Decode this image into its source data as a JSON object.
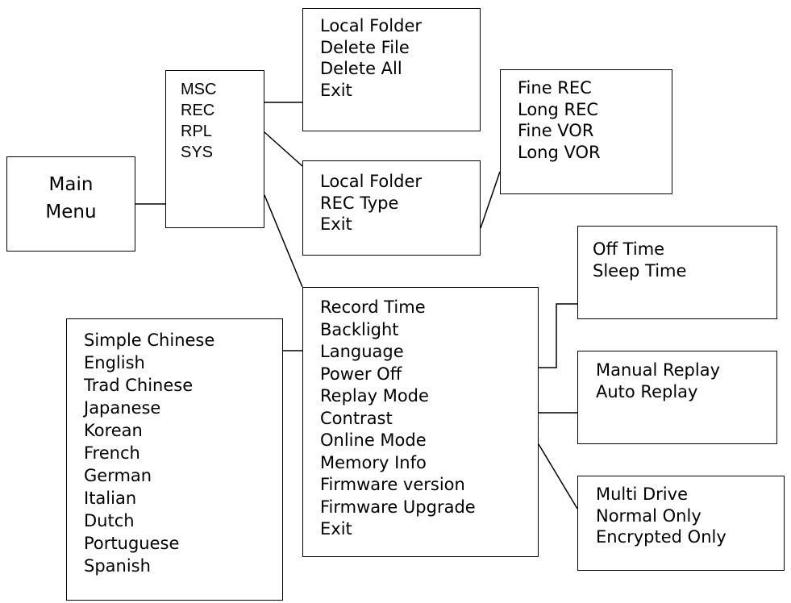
{
  "main_menu": {
    "label_line1": "Main",
    "label_line2": "Menu"
  },
  "top_menu": [
    "MSC",
    "REC",
    "RPL",
    "SYS"
  ],
  "msc_menu": [
    "Local Folder",
    "Delete File",
    "Delete All",
    "Exit"
  ],
  "rec_menu": [
    "Local Folder",
    "REC Type",
    "Exit"
  ],
  "rec_type_menu": [
    "Fine REC",
    "Long REC",
    "Fine VOR",
    "Long VOR"
  ],
  "sys_menu": [
    "Record Time",
    "Backlight",
    "Language",
    "Power Off",
    "Replay Mode",
    "Contrast",
    "Online Mode",
    "Memory Info",
    "Firmware version",
    "Firmware Upgrade",
    "Exit"
  ],
  "language_menu": [
    "Simple Chinese",
    "English",
    "Trad Chinese",
    "Japanese",
    "Korean",
    "French",
    "German",
    "Italian",
    "Dutch",
    "Portuguese",
    "Spanish"
  ],
  "power_menu": [
    "Off Time",
    "Sleep Time"
  ],
  "replay_menu": [
    "Manual Replay",
    "Auto Replay"
  ],
  "online_menu": [
    "Multi Drive",
    "Normal Only",
    "Encrypted Only"
  ]
}
